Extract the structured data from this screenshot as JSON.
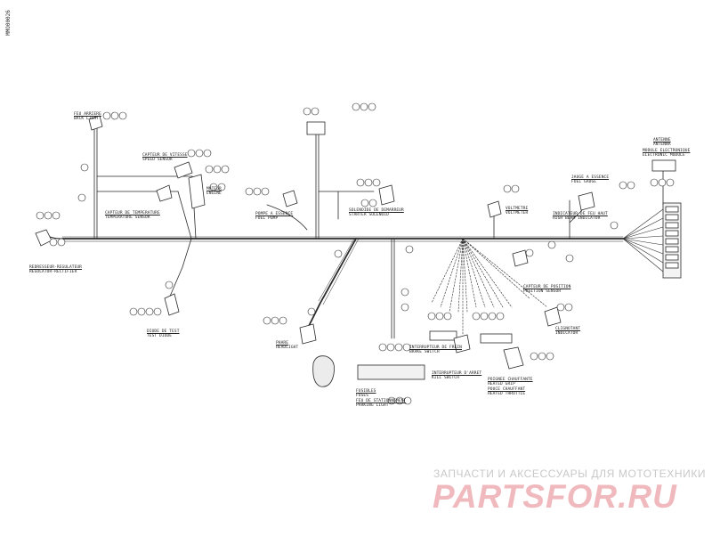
{
  "document": {
    "side_code": "MMO00026"
  },
  "components": [
    {
      "id": "c1",
      "line1": "FEU ARRIERE",
      "line2": "BACK LIGHT"
    },
    {
      "id": "c2",
      "line1": "CAPTEUR DE VITESSE",
      "line2": "SPEED SENSOR"
    },
    {
      "id": "c3",
      "line1": "CAPTEUR DE TEMPERATURE",
      "line2": "TEMPERATURE SENSOR"
    },
    {
      "id": "c4",
      "line1": "MOTEUR",
      "line2": "ENGINE"
    },
    {
      "id": "c5",
      "line1": "REDRESSEUR-REGULATEUR",
      "line2": "REGULATOR-RECTIFIER"
    },
    {
      "id": "c6",
      "line1": "DIODE DE TEST",
      "line2": "TEST DIODE"
    },
    {
      "id": "c7",
      "line1": "POMPE A ESSENCE",
      "line2": "FUEL PUMP"
    },
    {
      "id": "c8",
      "line1": "SOLENOIDE DE DEMARREUR",
      "line2": "STARTER SOLENOID"
    },
    {
      "id": "c9",
      "line1": "PHARE",
      "line2": "HEADLIGHT"
    },
    {
      "id": "c10",
      "line1": "MODULE ELECTRONIQUE",
      "line2": "ELECTRONIC MODULE"
    },
    {
      "id": "c11",
      "line1": "JAUGE A ESSENCE",
      "line2": "FUEL GAUGE"
    },
    {
      "id": "c12",
      "line1": "CAPTEUR DE POSITION",
      "line2": "POSITION SENSOR"
    },
    {
      "id": "c13",
      "line1": "VOLTMETRE",
      "line2": "VOLTMETER"
    },
    {
      "id": "c14",
      "line1": "INTERRUPTEUR DE FREIN",
      "line2": "BRAKE SWITCH"
    },
    {
      "id": "c15",
      "line1": "INDICATEUR DE FEU HAUT",
      "line2": "HIGH BEAM INDICATOR"
    },
    {
      "id": "c16",
      "line1": "INTERRUPTEUR D'ARRET",
      "line2": "KILL SWITCH"
    },
    {
      "id": "c17",
      "line1": "POIGNEE CHAUFFANTE",
      "line2": "HEATED GRIP"
    },
    {
      "id": "c18",
      "line1": "POUCE CHAUFFANT",
      "line2": "HEATED THROTTLE"
    },
    {
      "id": "c19",
      "line1": "ANTENNE",
      "line2": "ANTENNA"
    },
    {
      "id": "c20",
      "line1": "FUSIBLES",
      "line2": "FUSES"
    },
    {
      "id": "c21",
      "line1": "FEU DE STATIONNEMENT",
      "line2": "PARKING LIGHT"
    },
    {
      "id": "c22",
      "line1": "CLIGNOTANT",
      "line2": "INDICATOR"
    }
  ],
  "watermark": {
    "top_text": "ЗАПЧАСТИ И АКСЕССУАРЫ ДЛЯ МОТОТЕХНИКИ",
    "logo_text": "PARTSFOR.RU",
    "top_color": "#c8c8c8",
    "logo_color": "#f0b9bd"
  },
  "colors": {
    "line": "#2a2a2a",
    "paper": "#ffffff"
  }
}
